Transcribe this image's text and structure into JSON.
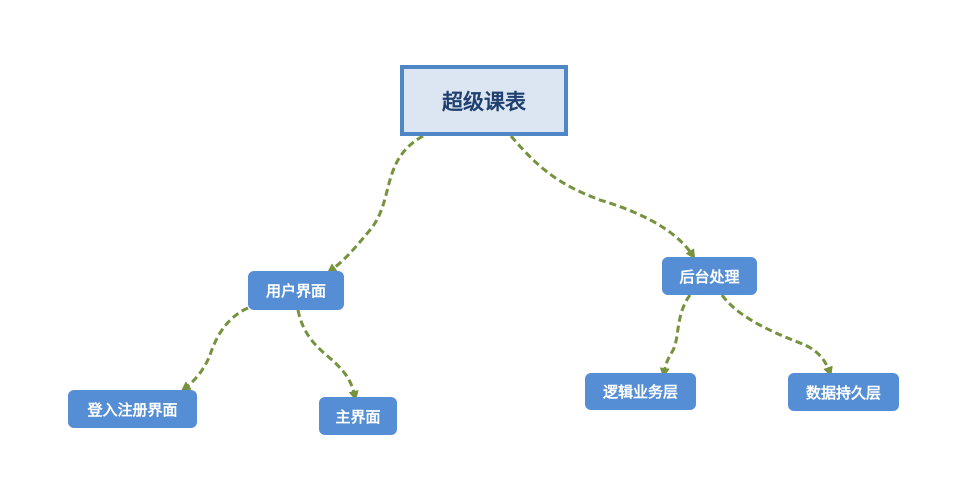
{
  "diagram": {
    "root": {
      "label": "超级课表"
    },
    "level1": [
      {
        "label": "用户界面"
      },
      {
        "label": "后台处理"
      }
    ],
    "level2": [
      {
        "label": "登入注册界面"
      },
      {
        "label": "主界面"
      },
      {
        "label": "逻辑业务层"
      },
      {
        "label": "数据持久层"
      }
    ],
    "colors": {
      "root_fill": "#dce6f2",
      "root_border": "#4f86c6",
      "root_text": "#1f3f6f",
      "node_fill": "#558ed5",
      "node_text": "#ffffff",
      "connector": "#76923c"
    }
  }
}
